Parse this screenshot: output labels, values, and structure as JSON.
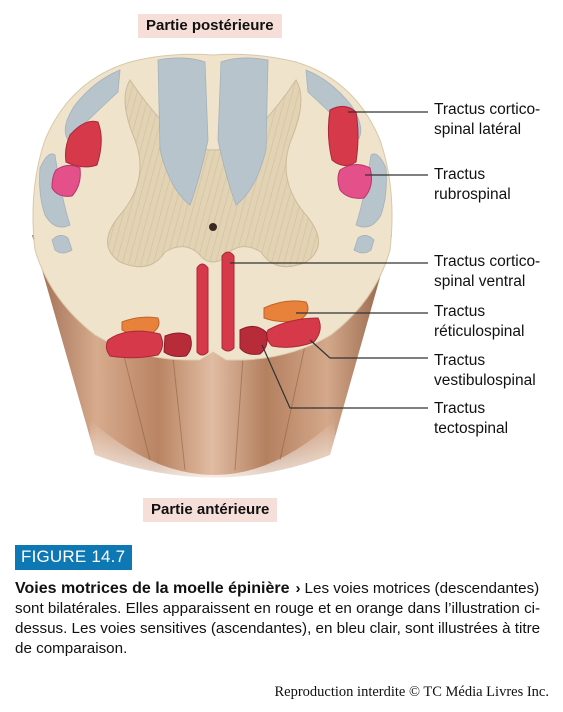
{
  "labels": {
    "posterior": "Partie postérieure",
    "anterior": "Partie antérieure"
  },
  "tracts": [
    {
      "key": "lateral_cst",
      "line1": "Tractus cortico-",
      "line2": "spinal latéral"
    },
    {
      "key": "rubrospinal",
      "line1": "Tractus",
      "line2": "rubrospinal"
    },
    {
      "key": "ventral_cst",
      "line1": "Tractus cortico-",
      "line2": "spinal ventral"
    },
    {
      "key": "reticulospinal",
      "line1": "Tractus",
      "line2": "réticulospinal"
    },
    {
      "key": "vestibulospinal",
      "line1": "Tractus",
      "line2": "vestibulospinal"
    },
    {
      "key": "tectospinal",
      "line1": "Tractus",
      "line2": "tectospinal"
    }
  ],
  "figure": {
    "number": "FIGURE 14.7",
    "title": "Voies motrices de la moelle épinière",
    "arrow": "›",
    "text": "Les voies motrices (descendantes) sont bilatérales. Elles apparaissent en rouge et en orange dans l’illustration ci-dessus. Les voies sensitives (ascendantes), en bleu clair, sont illustrées à titre de comparaison."
  },
  "copyright": "Reproduction interdite © TC Média Livres Inc.",
  "colors": {
    "white_matter": "#efe3cc",
    "gray_matter": "#dccdb0",
    "sensory_blue": "#b8c4cc",
    "motor_red": "#d63a4a",
    "motor_pink": "#e4508a",
    "motor_orange": "#e8823a",
    "figure_blue": "#0d78b3",
    "label_bg": "#f7dfd9"
  }
}
